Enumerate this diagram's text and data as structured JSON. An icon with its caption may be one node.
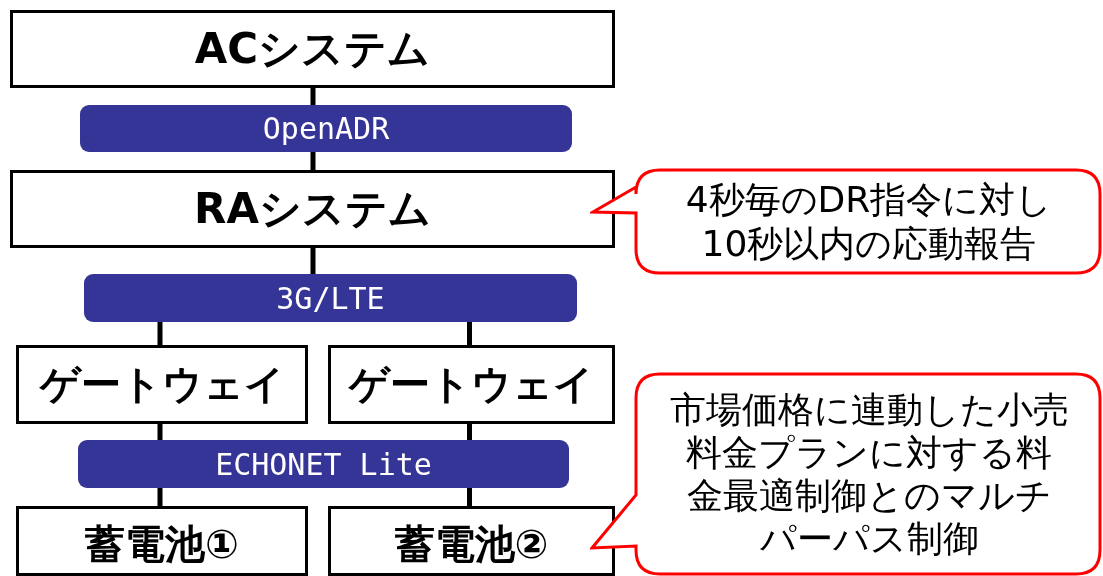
{
  "diagram": {
    "nodes": [
      {
        "text": [
          "ACシステム"
        ]
      },
      {
        "text": [
          "OpenADR"
        ]
      },
      {
        "text": [
          "RAシステム"
        ]
      },
      {
        "text": [
          "3G/LTE"
        ]
      },
      {
        "text": [
          "ゲートウェイ"
        ]
      },
      {
        "text": [
          "ゲートウェイ"
        ]
      },
      {
        "text": [
          "ECHONET Lite"
        ]
      },
      {
        "text": [
          "蓄電池①"
        ]
      },
      {
        "text": [
          "蓄電池②"
        ]
      },
      {
        "text": [
          "4秒毎のDR指令に対し10秒以内の応動報告"
        ]
      },
      {
        "text": [
          "市場価格に連動した小売料金プランに対する料金最適制御とのマルチパーパス制御"
        ]
      }
    ],
    "edges": [
      {
        "from": 0,
        "to": 1,
        "arrow": "none"
      },
      {
        "from": 1,
        "to": 2,
        "arrow": "none"
      },
      {
        "from": 2,
        "to": 3,
        "arrow": "none"
      },
      {
        "from": 3,
        "to": 4,
        "arrow": "none"
      },
      {
        "from": 3,
        "to": 5,
        "arrow": "none"
      },
      {
        "from": 4,
        "to": 6,
        "arrow": "none"
      },
      {
        "from": 5,
        "to": 6,
        "arrow": "none"
      },
      {
        "from": 6,
        "to": 7,
        "arrow": "none"
      },
      {
        "from": 6,
        "to": 8,
        "arrow": "none"
      }
    ]
  }
}
